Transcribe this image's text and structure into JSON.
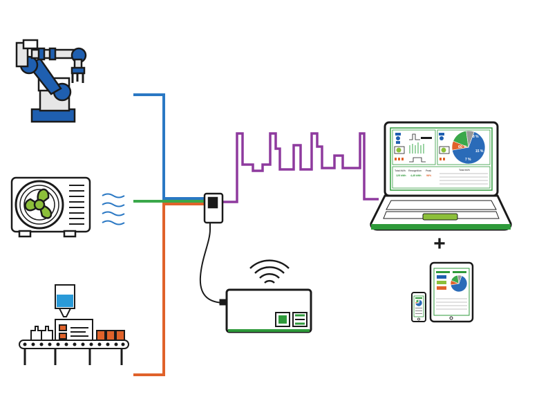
{
  "colors": {
    "robot_blue": "#1f5fb0",
    "line_blue": "#2a78c4",
    "line_green": "#3aa84a",
    "line_orange": "#e0622a",
    "line_purple": "#8e3a9e",
    "device_green": "#2e9a3a",
    "ac_green": "#8cbf3a",
    "outline": "#1a1a1a"
  },
  "icons": {
    "robot": "robot-arm-icon",
    "ac": "air-conditioner-icon",
    "factory": "production-line-icon",
    "sensor": "energy-sensor-icon",
    "gateway": "wifi-gateway-icon",
    "laptop": "laptop-dashboard-icon",
    "tablet": "tablet-icon",
    "phone": "phone-icon",
    "plus": "plus-icon"
  },
  "laptop_dashboard": {
    "pie_labels": [
      "60 %",
      "8 %",
      "15 %",
      "7 %"
    ],
    "pie_values": [
      60,
      8,
      15,
      7
    ],
    "pie_colors": [
      "#2a6bb8",
      "#e0622a",
      "#3aa84a",
      "#9a9a9a"
    ],
    "kpi_labels": [
      "Total kWh",
      "Recognition",
      "Peak"
    ],
    "kpi_values": [
      "125 kWh",
      "4,45 kWh",
      "98%"
    ],
    "table_title": "Total kWh"
  },
  "plus_symbol": "+"
}
